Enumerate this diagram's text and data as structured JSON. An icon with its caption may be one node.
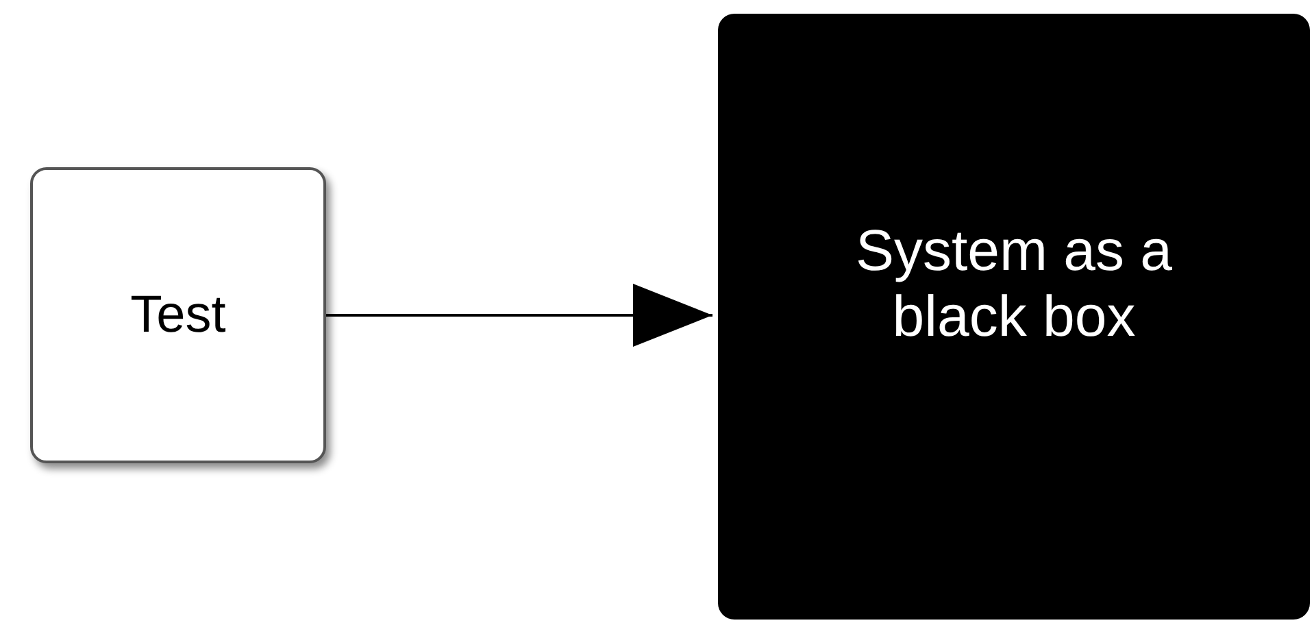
{
  "diagram": {
    "nodes": [
      {
        "text": [
          "Test"
        ]
      },
      {
        "text": [
          "System as a black box"
        ]
      }
    ],
    "edges": [
      {
        "from": 0,
        "to": 1,
        "arrow": "to"
      }
    ]
  }
}
